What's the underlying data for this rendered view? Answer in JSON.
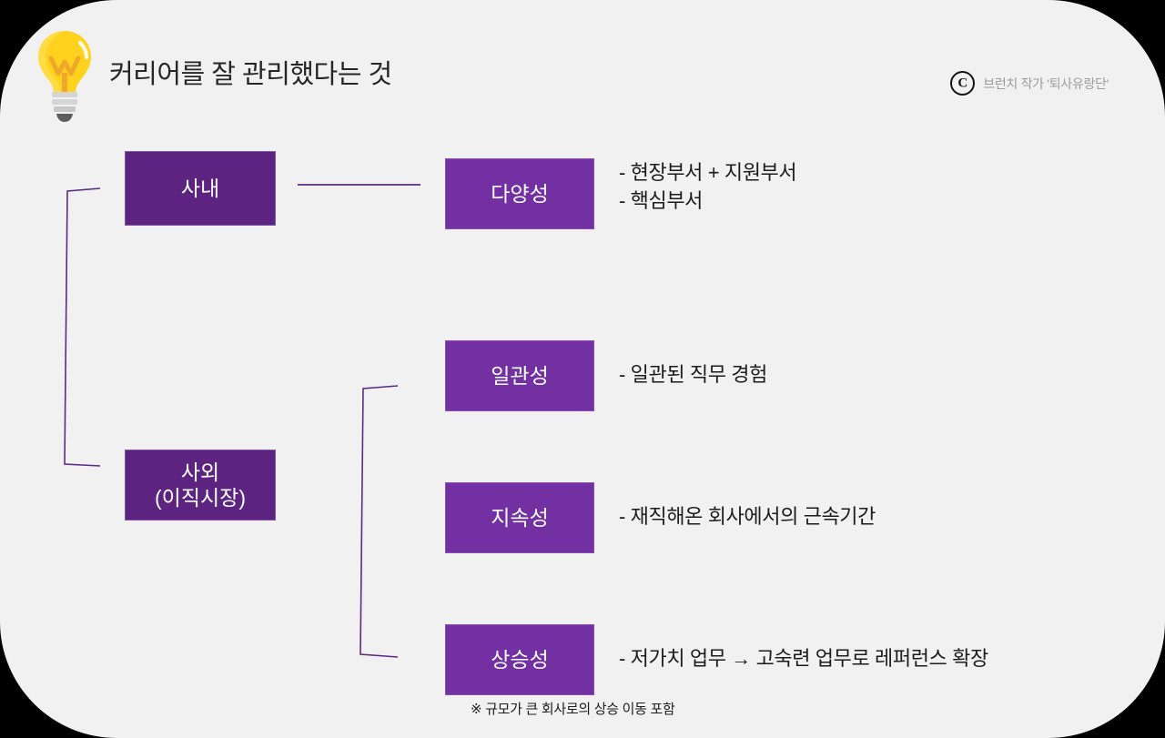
{
  "header": {
    "title": "커리어를 잘 관리했다는 것",
    "bulb_icon": "lightbulb-icon",
    "credit": {
      "mark": "copyright-icon",
      "text": "브런치 작가 '퇴사유랑단'"
    }
  },
  "diagram": {
    "left_nodes": [
      {
        "id": "sanae",
        "label": "사내"
      },
      {
        "id": "saoe",
        "label": "사외\n(이직시장)"
      }
    ],
    "right_nodes": [
      {
        "id": "diversity",
        "label": "다양성",
        "desc": "- 현장부서 + 지원부서\n- 핵심부서"
      },
      {
        "id": "consistency",
        "label": "일관성",
        "desc": "- 일관된 직무 경험"
      },
      {
        "id": "continuity",
        "label": "지속성",
        "desc": "- 재직해온 회사에서의 근속기간"
      },
      {
        "id": "growth",
        "label": "상승성",
        "desc": "- 저가치 업무 → 고숙련 업무로 레퍼런스 확장"
      }
    ],
    "footnote": "※ 규모가 큰 회사로의 상승 이동 포함"
  },
  "colors": {
    "canvas": "#F1F1F1",
    "outer": "#000000",
    "box_dark": "#5C2480",
    "box_bright": "#7330A2",
    "connector": "#5B2A86",
    "bulb": "#FFD21E",
    "credit_text": "#9C9C9C"
  }
}
